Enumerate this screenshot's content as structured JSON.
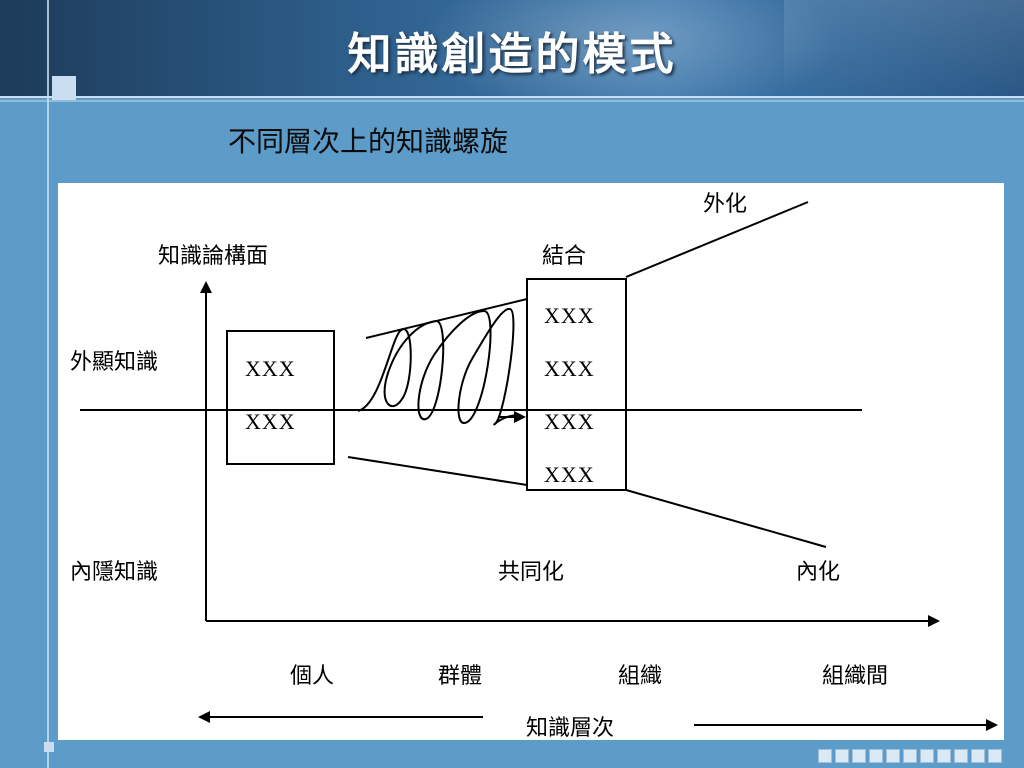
{
  "slide": {
    "title": "知識創造的模式",
    "subtitle": "不同層次上的知識螺旋"
  },
  "diagram": {
    "y_axis_label": "知識論構面",
    "explicit_label": "外顯知識",
    "tacit_label": "內隱知識",
    "combination_label": "結合",
    "socialization_label": "共同化",
    "externalization_label": "外化",
    "internalization_label": "內化",
    "left_box": [
      "XXX",
      "XXX"
    ],
    "right_box": [
      "XXX",
      "XXX",
      "XXX",
      "XXX"
    ],
    "levels": [
      "個人",
      "群體",
      "組織",
      "組織間"
    ],
    "x_axis_label": "知識層次"
  },
  "colors": {
    "background": "#5d9bc9",
    "header": "#2e5f8c",
    "panel": "#ffffff"
  }
}
